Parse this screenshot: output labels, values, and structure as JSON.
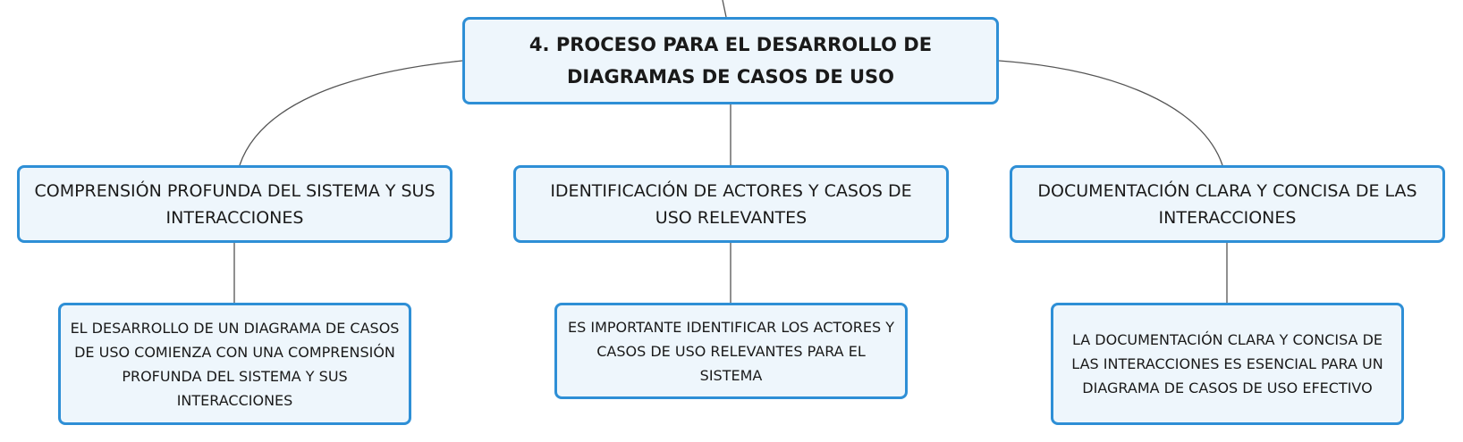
{
  "root": {
    "label": "4. PROCESO PARA EL DESARROLLO DE DIAGRAMAS DE CASOS DE USO"
  },
  "branches": [
    {
      "label": "COMPRENSIÓN PROFUNDA DEL SISTEMA Y SUS INTERACCIONES",
      "detail": "EL DESARROLLO DE UN DIAGRAMA DE CASOS DE USO COMIENZA CON UNA COMPRENSIÓN PROFUNDA DEL SISTEMA Y SUS INTERACCIONES"
    },
    {
      "label": "IDENTIFICACIÓN DE ACTORES Y CASOS DE USO RELEVANTES",
      "detail": "ES IMPORTANTE IDENTIFICAR LOS ACTORES Y CASOS DE USO RELEVANTES PARA EL SISTEMA"
    },
    {
      "label": "DOCUMENTACIÓN CLARA Y CONCISA DE LAS INTERACCIONES",
      "detail": "LA DOCUMENTACIÓN CLARA Y CONCISA DE LAS INTERACCIONES ES ESENCIAL PARA UN DIAGRAMA DE CASOS DE USO EFECTIVO"
    }
  ],
  "colors": {
    "node_border": "#2e8fd6",
    "node_fill": "#eef6fc",
    "connector": "#555555"
  }
}
